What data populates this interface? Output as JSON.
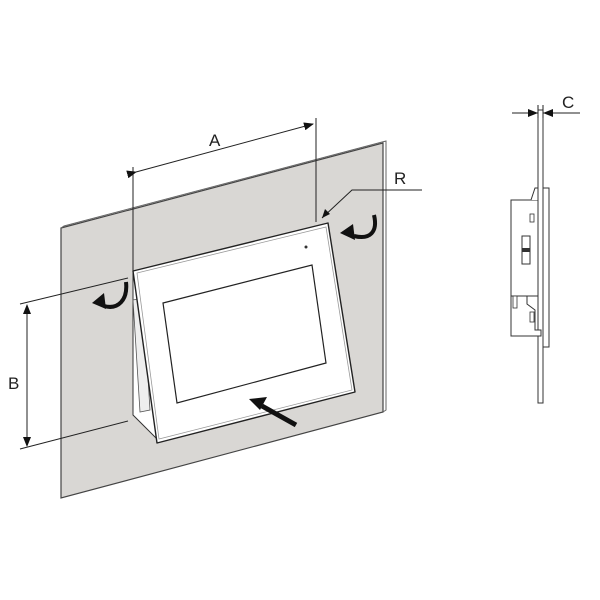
{
  "labels": {
    "a": "A",
    "b": "B",
    "c": "C",
    "r": "R"
  },
  "colors": {
    "panel": "#d9d7d4",
    "outline": "#333333",
    "device": "#ffffff"
  },
  "icons": [
    "rotate-arrow-icon",
    "push-arrow-icon"
  ]
}
